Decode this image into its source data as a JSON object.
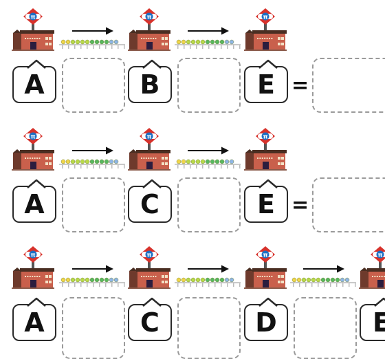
{
  "station_sign_symbol": "π",
  "colors": {
    "sign_red": "#d7322c",
    "sign_blue": "#1d6fc4",
    "roof_dark": "#4a2e22",
    "wall_brick": "#c9604c",
    "wall_dark": "#6e3a2c",
    "door": "#2c1d3e",
    "box_border": "#2a2a2a",
    "dashed_border": "#9a9a9a",
    "track_lime": "#b9d94a",
    "track_green": "#58b760",
    "track_yellow": "#f0d54a",
    "track_blue": "#8fb6e6"
  },
  "rows": [
    {
      "letters": [
        "A",
        "B",
        "E"
      ],
      "equals": "="
    },
    {
      "letters": [
        "A",
        "C",
        "E"
      ],
      "equals": "="
    },
    {
      "letters": [
        "A",
        "C",
        "D",
        "E"
      ],
      "equals": ""
    }
  ]
}
